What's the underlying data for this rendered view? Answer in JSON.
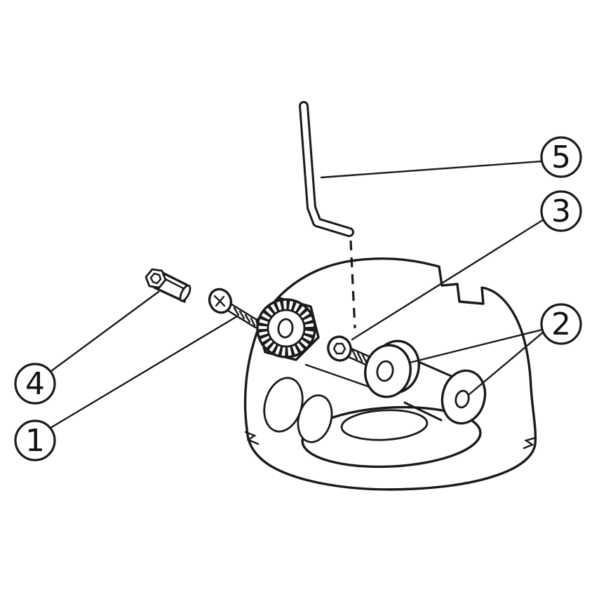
{
  "page": {
    "background": "#ffffff",
    "line_color": "#1a1a1a"
  },
  "diagram": {
    "callouts": [
      {
        "label": "1"
      },
      {
        "label": "2"
      },
      {
        "label": "3"
      },
      {
        "label": "4"
      },
      {
        "label": "5"
      }
    ]
  }
}
